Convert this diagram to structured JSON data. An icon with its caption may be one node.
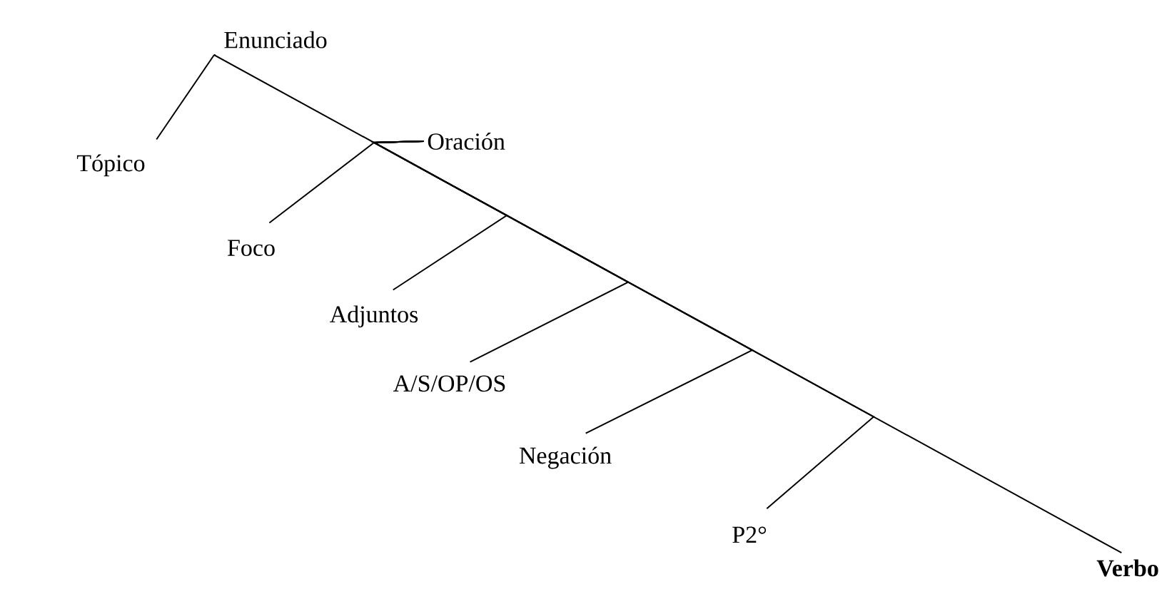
{
  "diagram": {
    "nodes": [
      {
        "text": [
          "Enunciado"
        ]
      },
      {
        "text": [
          "Tópico"
        ]
      },
      {
        "text": [
          "Oración"
        ]
      },
      {
        "text": [
          "Foco"
        ]
      },
      {
        "text": [
          "Adjuntos"
        ]
      },
      {
        "text": [
          "A/S/OP/OS"
        ]
      },
      {
        "text": [
          "Negación"
        ]
      },
      {
        "text": [
          "P2°"
        ]
      },
      {
        "text": [
          "Verbo"
        ]
      }
    ],
    "edges": [
      {
        "from": 0,
        "to": 1,
        "arrow": "none"
      },
      {
        "from": 0,
        "to": 2,
        "arrow": "none"
      },
      {
        "from": 2,
        "to": 3,
        "arrow": "none"
      },
      {
        "from": 2,
        "to": 4,
        "arrow": "none"
      },
      {
        "from": 2,
        "to": 5,
        "arrow": "none"
      },
      {
        "from": 2,
        "to": 6,
        "arrow": "none"
      },
      {
        "from": 2,
        "to": 7,
        "arrow": "none"
      },
      {
        "from": 2,
        "to": 8,
        "arrow": "none"
      }
    ]
  }
}
